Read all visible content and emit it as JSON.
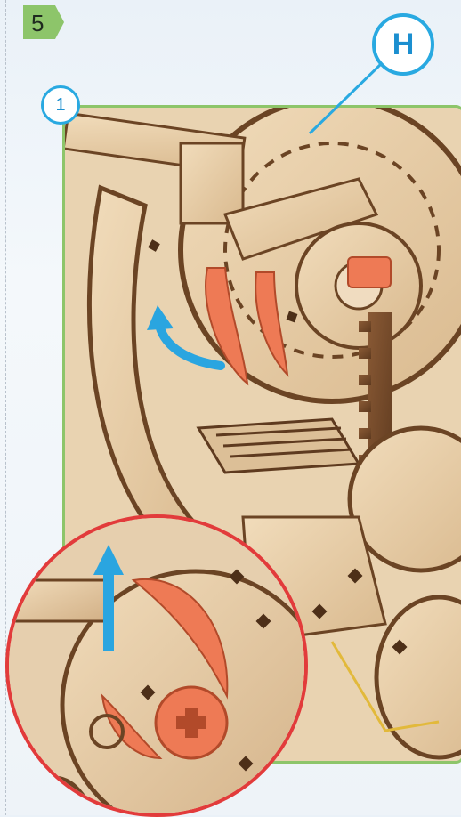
{
  "step": {
    "number": "5"
  },
  "callouts": {
    "part": "H",
    "detail": "1"
  },
  "colors": {
    "badge_green": "#8dc56a",
    "callout_blue": "#29a9e1",
    "zoom_red": "#e23b3b",
    "part_orange": "#ee7a55",
    "wood": "#e6cda6",
    "wood_dark": "#7a4e2c"
  },
  "icons": {
    "arrow_rotate": "blue-curved-arrow-icon",
    "arrow_up": "blue-up-arrow-icon"
  }
}
